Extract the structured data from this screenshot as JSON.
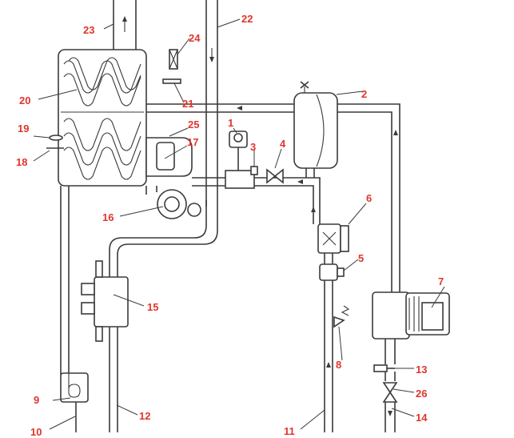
{
  "colors": {
    "label": "#e0352b",
    "line": "#3a3a3a",
    "background": "#ffffff"
  },
  "labels": {
    "n1": "1",
    "n2": "2",
    "n3": "3",
    "n4": "4",
    "n5": "5",
    "n6": "6",
    "n7": "7",
    "n8": "8",
    "n9": "9",
    "n10": "10",
    "n11": "11",
    "n12": "12",
    "n13": "13",
    "n14": "14",
    "n15": "15",
    "n16": "16",
    "n17": "17",
    "n18": "18",
    "n19": "19",
    "n20": "20",
    "n21": "21",
    "n22": "22",
    "n23": "23",
    "n24": "24",
    "n25": "25",
    "n26": "26"
  }
}
